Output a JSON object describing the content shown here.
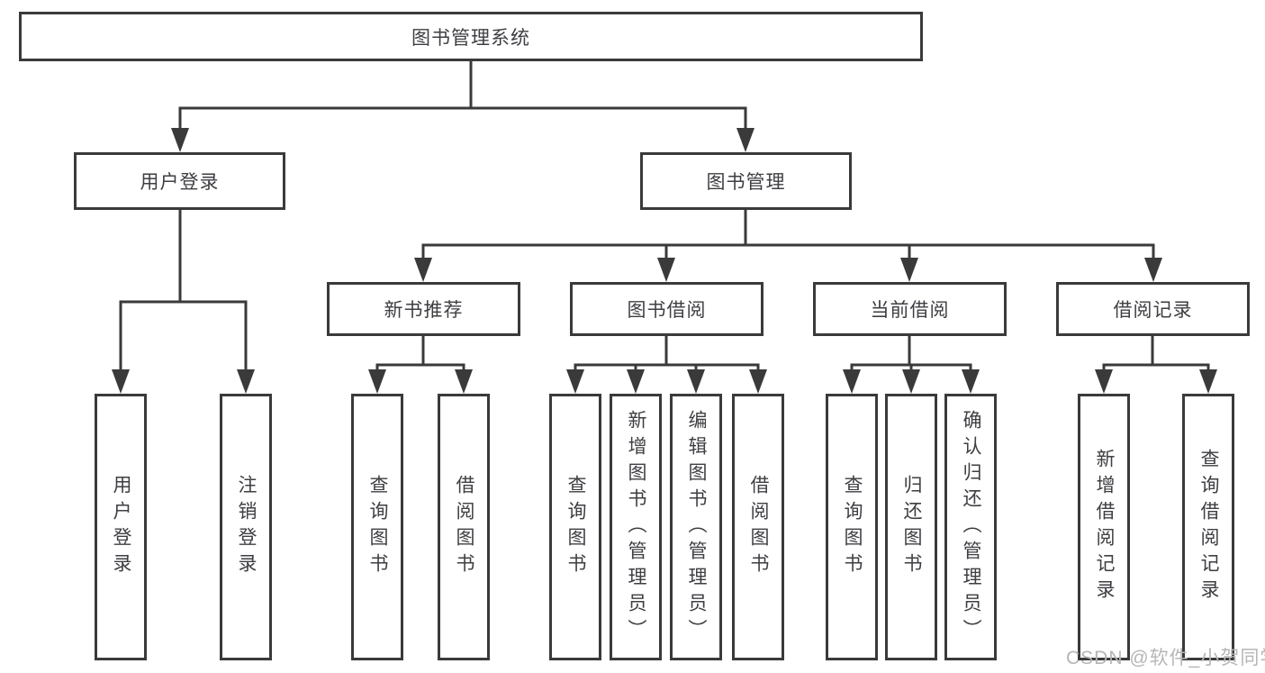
{
  "colors": {
    "line": "#3a3a3a",
    "text": "#3e3e43",
    "watermark": "#b6b6b6",
    "background": "#ffffff"
  },
  "diagram": {
    "root": {
      "label": "图书管理系统"
    },
    "branches": [
      {
        "label": "用户登录",
        "children": [
          {
            "label": "用户登录"
          },
          {
            "label": "注销登录"
          }
        ]
      },
      {
        "label": "图书管理",
        "children": [
          {
            "label": "新书推荐",
            "children": [
              {
                "label": "查询图书"
              },
              {
                "label": "借阅图书"
              }
            ]
          },
          {
            "label": "图书借阅",
            "children": [
              {
                "label": "查询图书"
              },
              {
                "label": "新增图书（管理员）"
              },
              {
                "label": "编辑图书（管理员）"
              },
              {
                "label": "借阅图书"
              }
            ]
          },
          {
            "label": "当前借阅",
            "children": [
              {
                "label": "查询图书"
              },
              {
                "label": "归还图书"
              },
              {
                "label": "确认归还（管理员）"
              }
            ]
          },
          {
            "label": "借阅记录",
            "children": [
              {
                "label": "新增借阅记录"
              },
              {
                "label": "查询借阅记录"
              }
            ]
          }
        ]
      }
    ]
  },
  "watermark": {
    "text": "CSDN @软件_小贺同学"
  }
}
